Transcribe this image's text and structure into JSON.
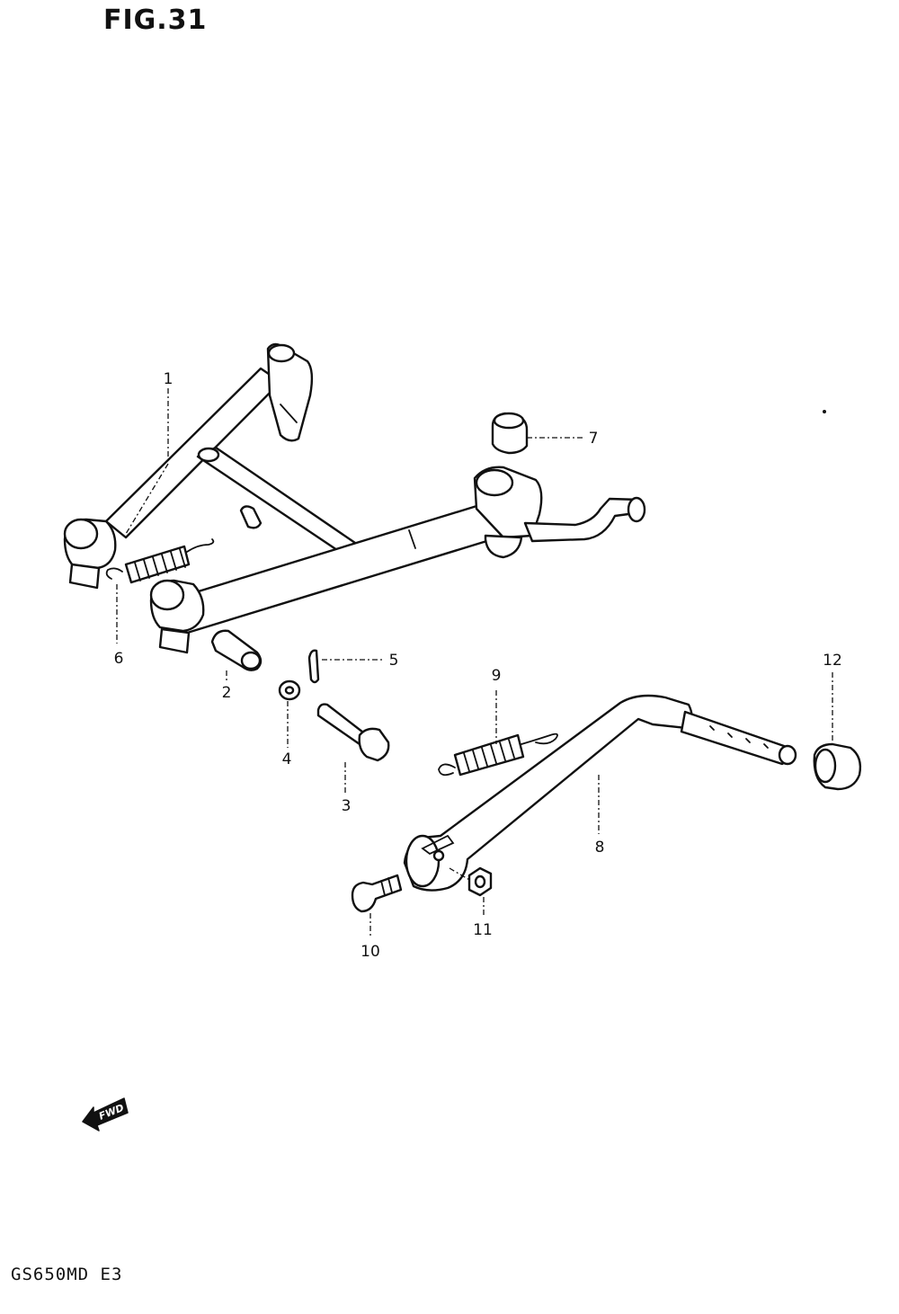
{
  "figure": {
    "title": "FIG.31",
    "model_code": "GS650MD E3",
    "direction_marker": "FWD"
  },
  "callouts": [
    {
      "id": "part-1",
      "label": "1"
    },
    {
      "id": "part-2",
      "label": "2"
    },
    {
      "id": "part-3",
      "label": "3"
    },
    {
      "id": "part-4",
      "label": "4"
    },
    {
      "id": "part-5",
      "label": "5"
    },
    {
      "id": "part-6",
      "label": "6"
    },
    {
      "id": "part-7",
      "label": "7"
    },
    {
      "id": "part-8",
      "label": "8"
    },
    {
      "id": "part-9",
      "label": "9"
    },
    {
      "id": "part-10",
      "label": "10"
    },
    {
      "id": "part-11",
      "label": "11"
    },
    {
      "id": "part-12",
      "label": "12"
    }
  ],
  "parts": [
    {
      "ref": "1",
      "icon": "center-stand-icon"
    },
    {
      "ref": "2",
      "icon": "bushing-icon"
    },
    {
      "ref": "3",
      "icon": "bolt-icon"
    },
    {
      "ref": "4",
      "icon": "washer-icon"
    },
    {
      "ref": "5",
      "icon": "cotter-pin-icon"
    },
    {
      "ref": "6",
      "icon": "spring-hook-icon"
    },
    {
      "ref": "7",
      "icon": "stopper-rubber-icon"
    },
    {
      "ref": "8",
      "icon": "side-stand-icon"
    },
    {
      "ref": "9",
      "icon": "spring-icon"
    },
    {
      "ref": "10",
      "icon": "pivot-bolt-icon"
    },
    {
      "ref": "11",
      "icon": "nut-icon"
    },
    {
      "ref": "12",
      "icon": "rubber-cap-icon"
    }
  ]
}
